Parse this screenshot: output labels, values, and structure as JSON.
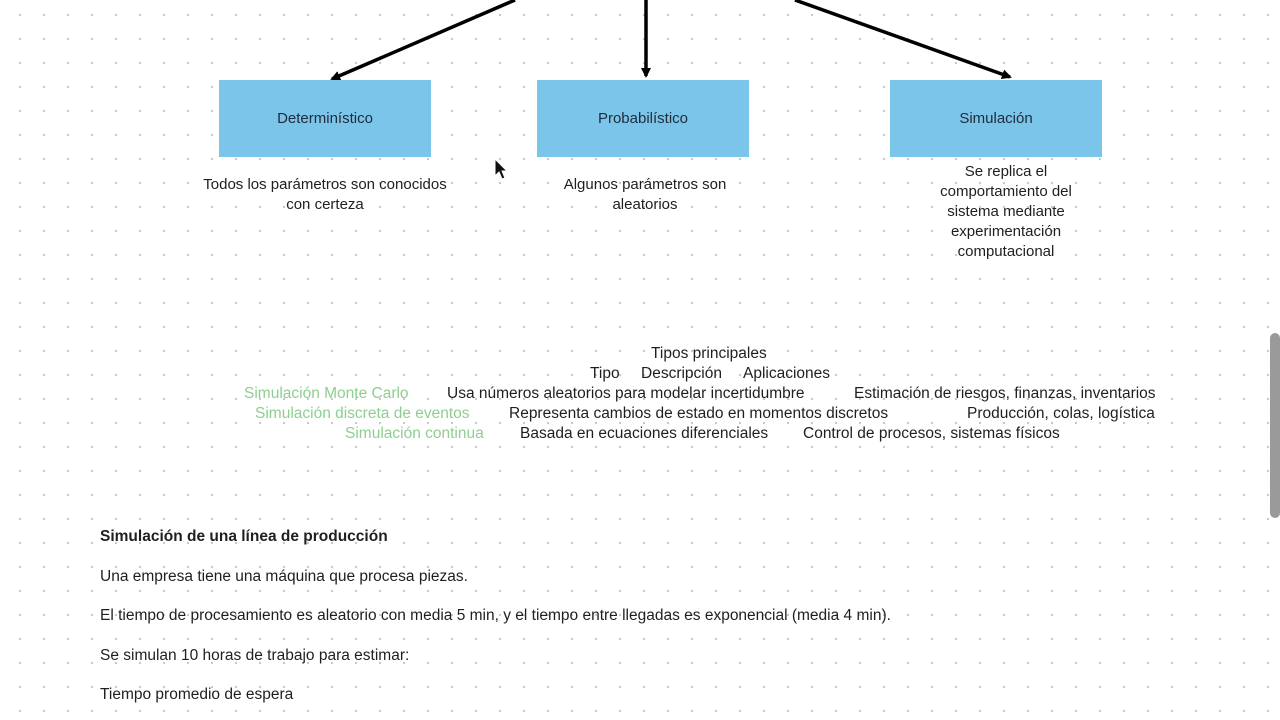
{
  "diagram": {
    "nodes": [
      {
        "label": "Determinístico",
        "description": "Todos los parámetros son conocidos con certeza"
      },
      {
        "label": "Probabilístico",
        "description": "Algunos parámetros son aleatorios"
      },
      {
        "label": "Simulación",
        "description": "Se replica el comportamiento del sistema mediante experimentación computacional"
      }
    ],
    "arrow_color": "#000000",
    "box_color": "#7cc5ea"
  },
  "table": {
    "title": "Tipos principales",
    "headers": [
      "Tipo",
      "Descripción",
      "Aplicaciones"
    ],
    "rows": [
      {
        "tipo": "Simulación Monte Carlo",
        "descripcion": "Usa números aleatorios para modelar incertidumbre",
        "aplicaciones": "Estimación de riesgos, finanzas, inventarios"
      },
      {
        "tipo": "Simulación discreta de eventos",
        "descripcion": "Representa cambios de estado en momentos discretos",
        "aplicaciones": "Producción, colas, logística"
      },
      {
        "tipo": "Simulación continua",
        "descripcion": "Basada en ecuaciones diferenciales",
        "aplicaciones": "Control de procesos, sistemas físicos"
      }
    ],
    "tipo_color": "#8dcf8f"
  },
  "document": {
    "heading": "Simulación de una línea de producción",
    "paragraphs": [
      "Una empresa tiene una máquina que procesa piezas.",
      "El tiempo de procesamiento es aleatorio con media 5 min, y el tiempo entre llegadas es exponencial (media 4 min).",
      "Se simulan 10 horas de trabajo para estimar:",
      "Tiempo promedio de espera"
    ]
  }
}
